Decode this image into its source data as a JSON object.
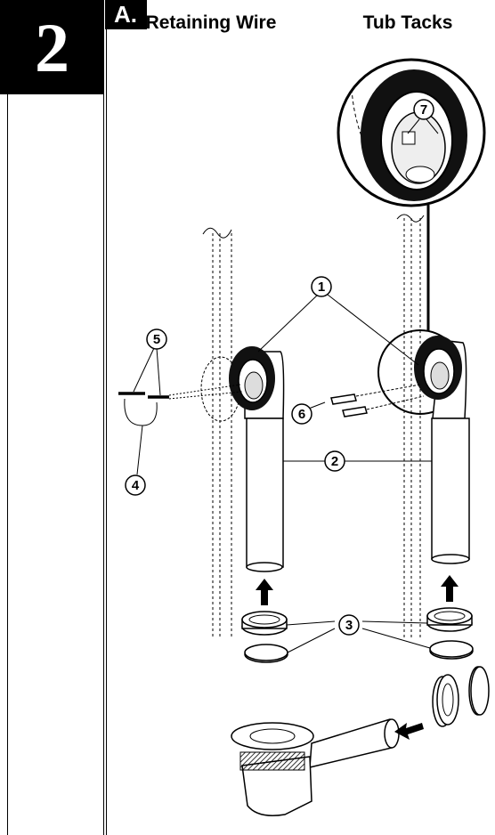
{
  "step": {
    "number": "2"
  },
  "panel": {
    "label": "A.",
    "left_title": "Retaining Wire",
    "right_title": "Tub Tacks"
  },
  "callouts": [
    "1",
    "2",
    "3",
    "4",
    "5",
    "6",
    "7"
  ]
}
